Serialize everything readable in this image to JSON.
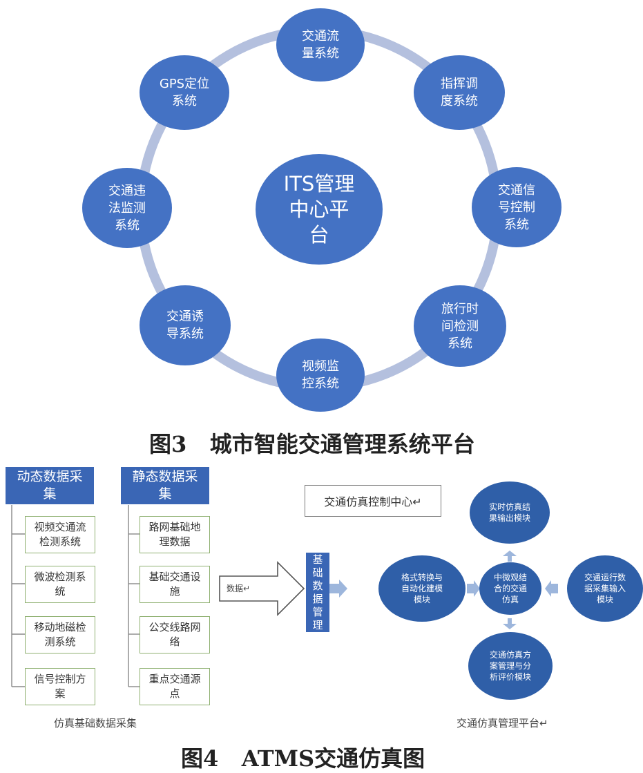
{
  "fig3": {
    "center": "ITS管理\n中心平\n台",
    "nodes": [
      "交通流\n量系统",
      "指挥调\n度系统",
      "交通信\n号控制\n系统",
      "旅行时\n间检测\n系统",
      "视频监\n控系统",
      "交通诱\n导系统",
      "交通违\n法监测\n系统",
      "GPS定位\n系统"
    ],
    "caption": "图3   城市智能交通管理系统平台"
  },
  "fig4": {
    "dynamic": {
      "header": "动态数据采\n集",
      "items": [
        "视频交通流\n检测系统",
        "微波检测系\n统",
        "移动地磁检\n测系统",
        "信号控制方\n案"
      ]
    },
    "static": {
      "header": "静态数据采\n集",
      "items": [
        "路网基础地\n理数据",
        "基础交通设\n施",
        "公交线路网\n络",
        "重点交通源\n点"
      ]
    },
    "left_label": "仿真基础数据采集",
    "arrow_label": "数据↵",
    "control_center": "交通仿真控制中心↵",
    "basic": "基\n础\n数\n据\n管\n理",
    "circles": {
      "format": "格式转换与\n自动化建模\n模块",
      "center": "中微观结\n合的交通\n仿真",
      "top": "实时仿真结\n果输出模块",
      "right": "交通运行数\n据采集输入\n模块",
      "bottom": "交通仿真方\n案管理与分\n析评价模块"
    },
    "right_label": "交通仿真管理平台↵",
    "caption": "图4   ATMS交通仿真图"
  },
  "colors": {
    "node": "#4472c4",
    "ring": "#b4c0de",
    "header": "#3a66b5",
    "box_border": "#8eb070"
  }
}
